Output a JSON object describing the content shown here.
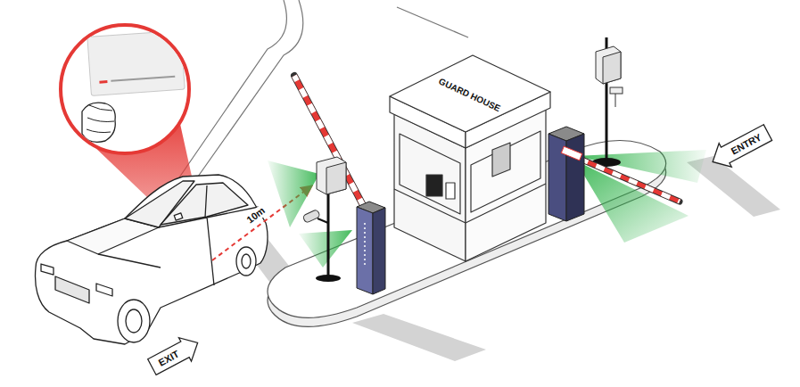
{
  "diagram": {
    "nodes": [
      {
        "text": [
          "GUARD HOUSE"
        ]
      },
      {
        "text": [
          "EXIT"
        ]
      },
      {
        "text": [
          "ENTRY"
        ]
      }
    ],
    "labels": [
      "10m"
    ]
  }
}
